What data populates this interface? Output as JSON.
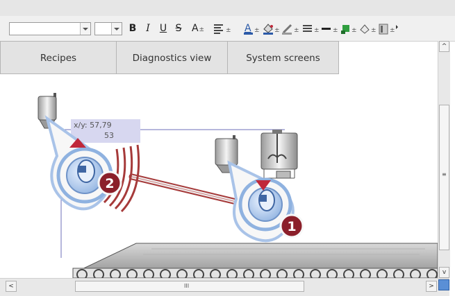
{
  "toolbar": {
    "font_combo_value": "",
    "size_combo_value": "",
    "bold_label": "B",
    "italic_label": "I",
    "underline_label": "U",
    "strike_label": "S",
    "fontsize_label": "A",
    "plusminus": "±"
  },
  "tabs": [
    {
      "label": "Recipes"
    },
    {
      "label": "Diagnostics view"
    },
    {
      "label": "System screens"
    }
  ],
  "canvas": {
    "coord_line1": "x/y: 57,79",
    "coord_line2": "53",
    "callout1_number": "1",
    "callout2_number": "2"
  },
  "scroll": {
    "thumb_grip_vertical": "≡",
    "thumb_grip_horizontal": "III",
    "up_arrow": "^",
    "down_arrow": "v",
    "left_arrow": "<",
    "right_arrow": ">"
  },
  "colors": {
    "callout_ring": "#8fb2e0",
    "callout_badge": "#8b1f2a",
    "drag_marker": "#c0283a",
    "drag_line": "#a63a3a"
  }
}
